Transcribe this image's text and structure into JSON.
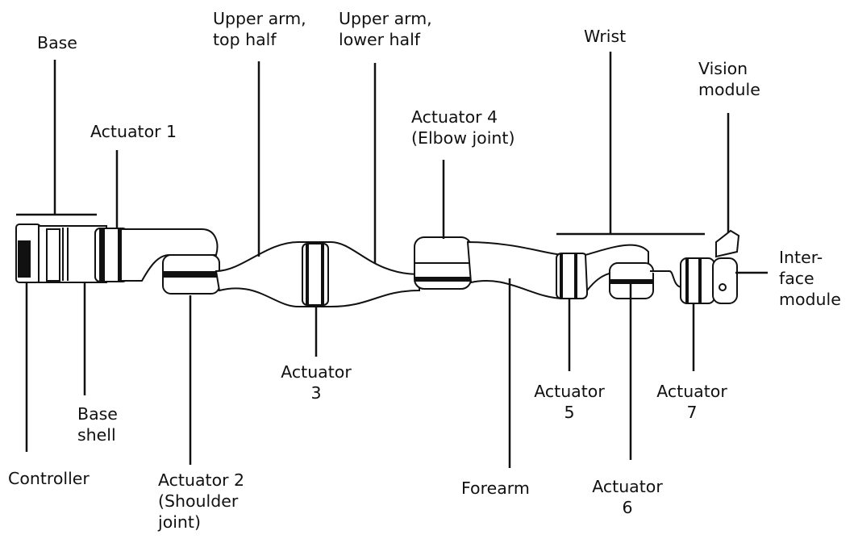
{
  "labels": {
    "base": "Base",
    "upper_arm_top_1": "Upper arm,",
    "upper_arm_top_2": "top half",
    "upper_arm_lower_1": "Upper arm,",
    "upper_arm_lower_2": "lower half",
    "wrist": "Wrist",
    "vision_1": "Vision",
    "vision_2": "module",
    "actuator1": "Actuator 1",
    "actuator4_1": "Actuator 4",
    "actuator4_2": "(Elbow joint)",
    "interface_1": "Inter-",
    "interface_2": "face",
    "interface_3": "module",
    "actuator3_1": "Actuator",
    "actuator3_2": "3",
    "base_shell_1": "Base",
    "base_shell_2": "shell",
    "controller": "Controller",
    "actuator2_1": "Actuator 2",
    "actuator2_2": "(Shoulder",
    "actuator2_3": "joint)",
    "actuator5_1": "Actuator",
    "actuator5_2": "5",
    "forearm": "Forearm",
    "actuator6_1": "Actuator",
    "actuator6_2": "6",
    "actuator7_1": "Actuator",
    "actuator7_2": "7"
  }
}
